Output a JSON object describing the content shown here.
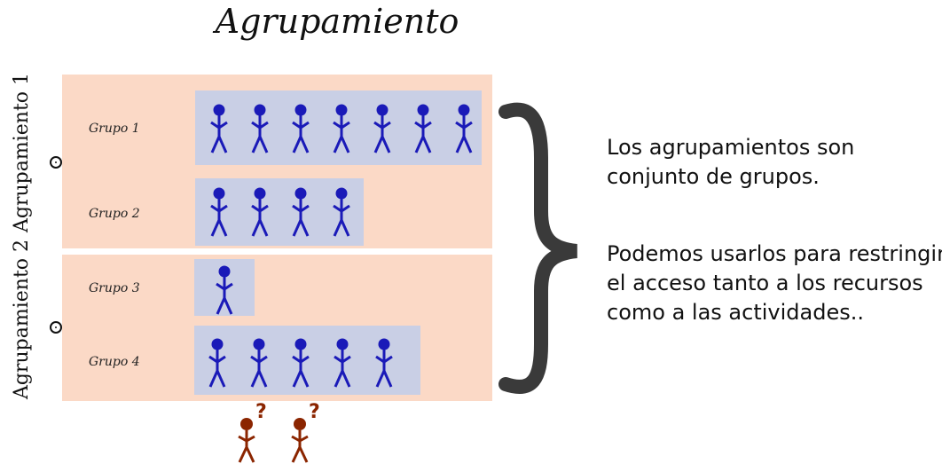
{
  "title": "Agrupamiento",
  "groupings": [
    {
      "label": "Agrupamiento 1"
    },
    {
      "label": "Agrupamiento 2"
    }
  ],
  "groups": [
    {
      "label": "Grupo 1",
      "members": 7
    },
    {
      "label": "Grupo 2",
      "members": 4
    },
    {
      "label": "Grupo 3",
      "members": 1
    },
    {
      "label": "Grupo 4",
      "members": 5
    }
  ],
  "ungrouped": {
    "count": 2,
    "mark": "?"
  },
  "text": {
    "line1": "Los agrupamientos son",
    "line2": "conjunto de grupos.",
    "line3": "Podemos usarlos para restringir",
    "line4": "el acceso tanto a los recursos",
    "line5": "como a las actividades.."
  },
  "colors": {
    "grouping_band": "#fbd9c6",
    "group_box": "#c9cfe5",
    "member": "#1a1ab8",
    "ungrouped_member": "#8b2500",
    "brace": "#3a3a3a"
  }
}
